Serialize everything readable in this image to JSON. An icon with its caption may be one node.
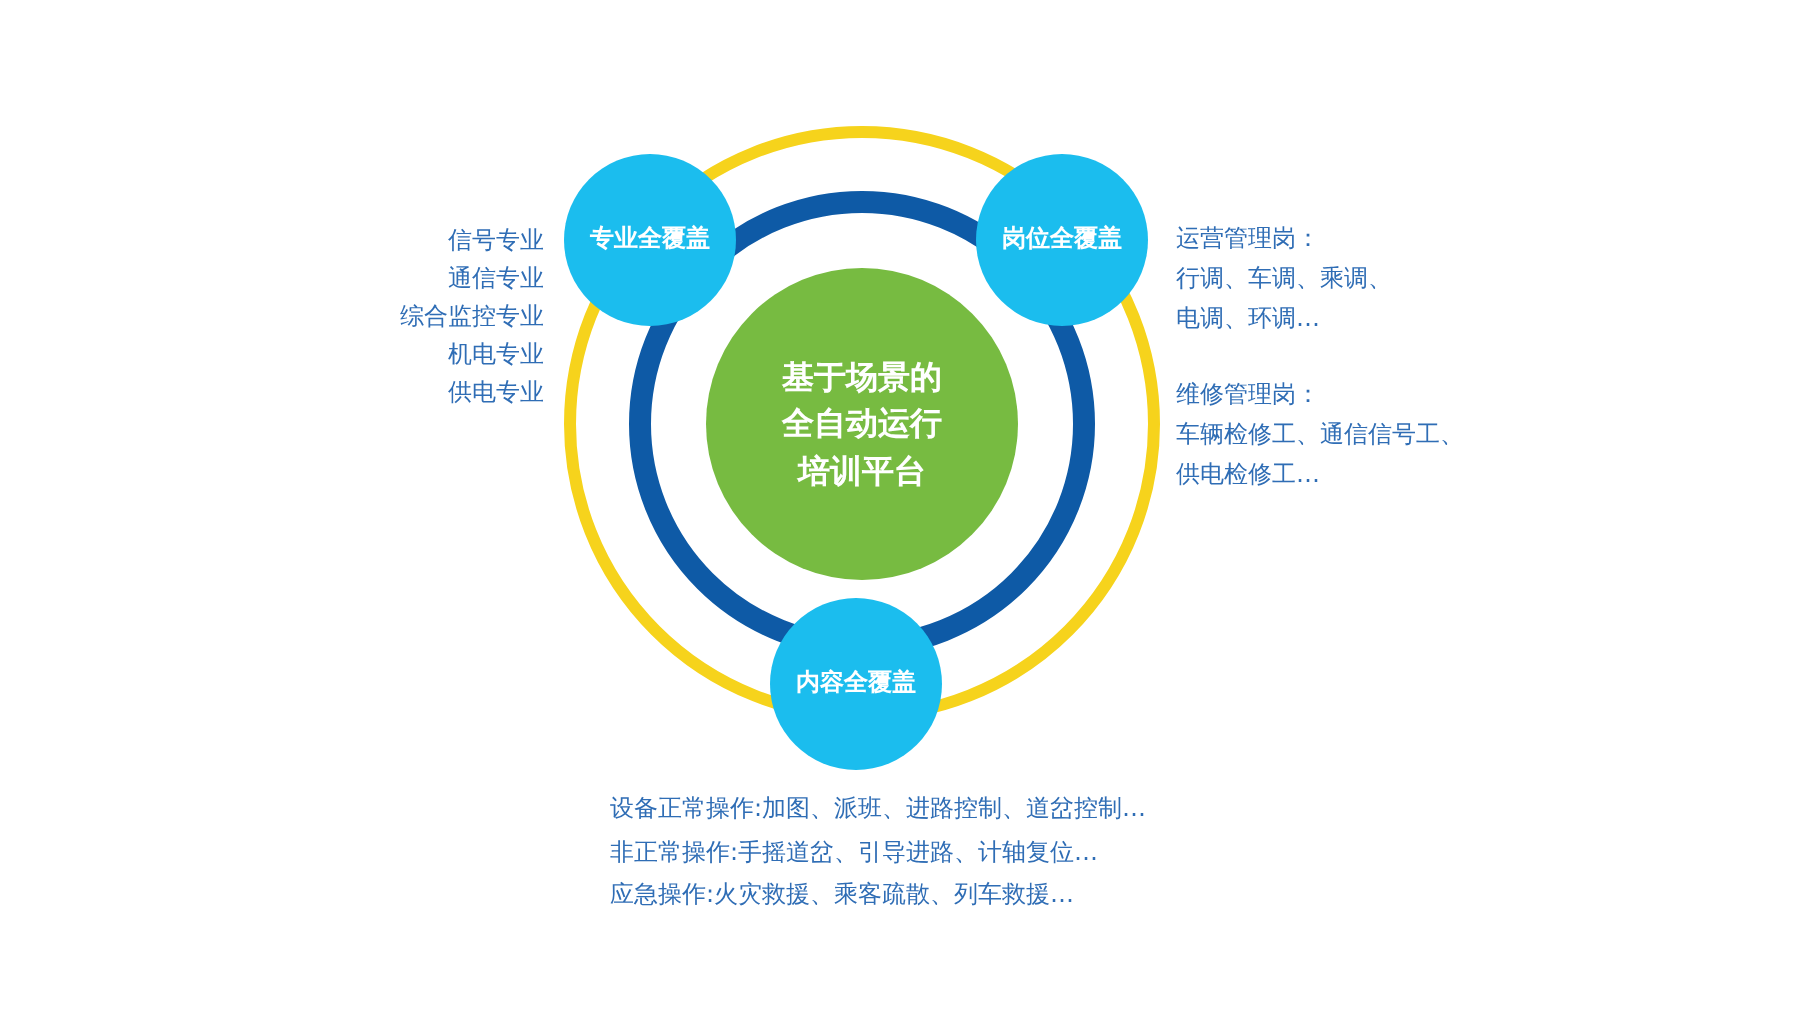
{
  "diagram": {
    "nodes": [
      {
        "text": [
          "专业全覆盖"
        ],
        "beside": [
          "信号专业",
          "通信专业",
          "综合监控专业",
          "机电专业",
          "供电专业"
        ]
      },
      {
        "text": [
          "岗位全覆盖"
        ],
        "beside": [
          "运营管理岗：",
          "行调、车调、乘调、电调、环调…",
          "维修管理岗：",
          "车辆检修工、通信信号工、供电检修工…"
        ]
      },
      {
        "text": [
          "基于场景的全自动运行培训平台"
        ]
      },
      {
        "text": [
          "内容全覆盖"
        ],
        "beside": [
          "设备正常操作:加图、派班、进路控制、道岔控制…",
          "非正常操作:手摇道岔、引导进路、计轴复位…",
          "应急操作:火灾救援、乘客疏散、列车救援…"
        ]
      }
    ]
  }
}
